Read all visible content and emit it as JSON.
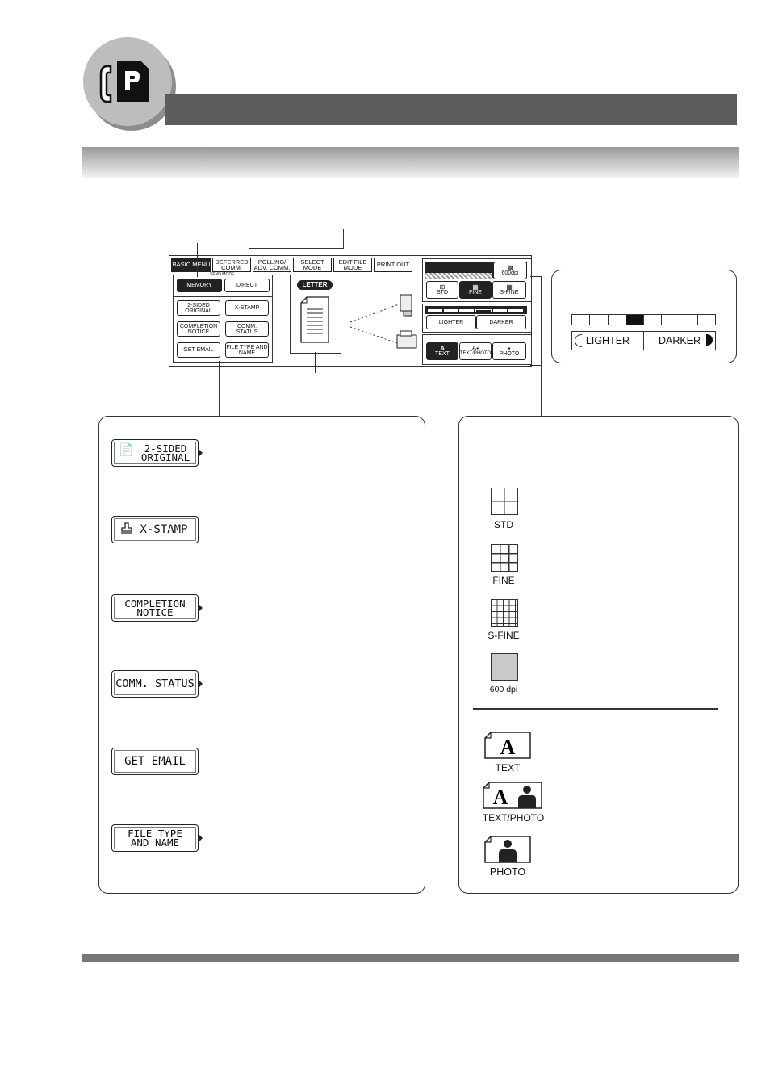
{
  "screen": {
    "tabs": [
      {
        "label": "BASIC MENU"
      },
      {
        "label": "DEFERRED COMM."
      },
      {
        "label": "POLLING/ ADV. COMM."
      },
      {
        "label": "SELECT MODE"
      },
      {
        "label": "EDIT FILE MODE"
      },
      {
        "label": "PRINT OUT"
      }
    ],
    "send_mode_label": "SEND MODE",
    "memory": "MEMORY",
    "direct": "DIRECT",
    "buttons": [
      "2-SIDED ORIGINAL",
      "X-STAMP",
      "COMPLETION NOTICE",
      "COMM. STATUS",
      "GET EMAIL",
      "FILE TYPE AND NAME"
    ],
    "paper": "LETTER",
    "resolution": {
      "std": "STD",
      "fine": "FINE",
      "sfine": "S-FINE",
      "dpi": "600dpi"
    },
    "contrast": {
      "lighter": "LIGHTER",
      "darker": "DARKER"
    },
    "original": {
      "text": "TEXT",
      "textphoto": "TEXT/PHOTO",
      "photo": "PHOTO"
    }
  },
  "contrast_callout": {
    "lighter": "LIGHTER",
    "darker": "DARKER",
    "selected_step": 4,
    "steps": 8
  },
  "function_buttons": [
    {
      "line1": "2-SIDED",
      "line2": "ORIGINAL"
    },
    {
      "line1": "X-STAMP",
      "line2": ""
    },
    {
      "line1": "COMPLETION",
      "line2": "NOTICE"
    },
    {
      "line1": "COMM. STATUS",
      "line2": ""
    },
    {
      "line1": "GET EMAIL",
      "line2": ""
    },
    {
      "line1": "FILE TYPE",
      "line2": "AND NAME"
    }
  ],
  "resolution_items": {
    "std": "STD",
    "fine": "FINE",
    "sfine": "S-FINE",
    "dpi": "600 dpi"
  },
  "original_items": {
    "text": "TEXT",
    "textphoto": "TEXT/PHOTO",
    "photo": "PHOTO"
  }
}
